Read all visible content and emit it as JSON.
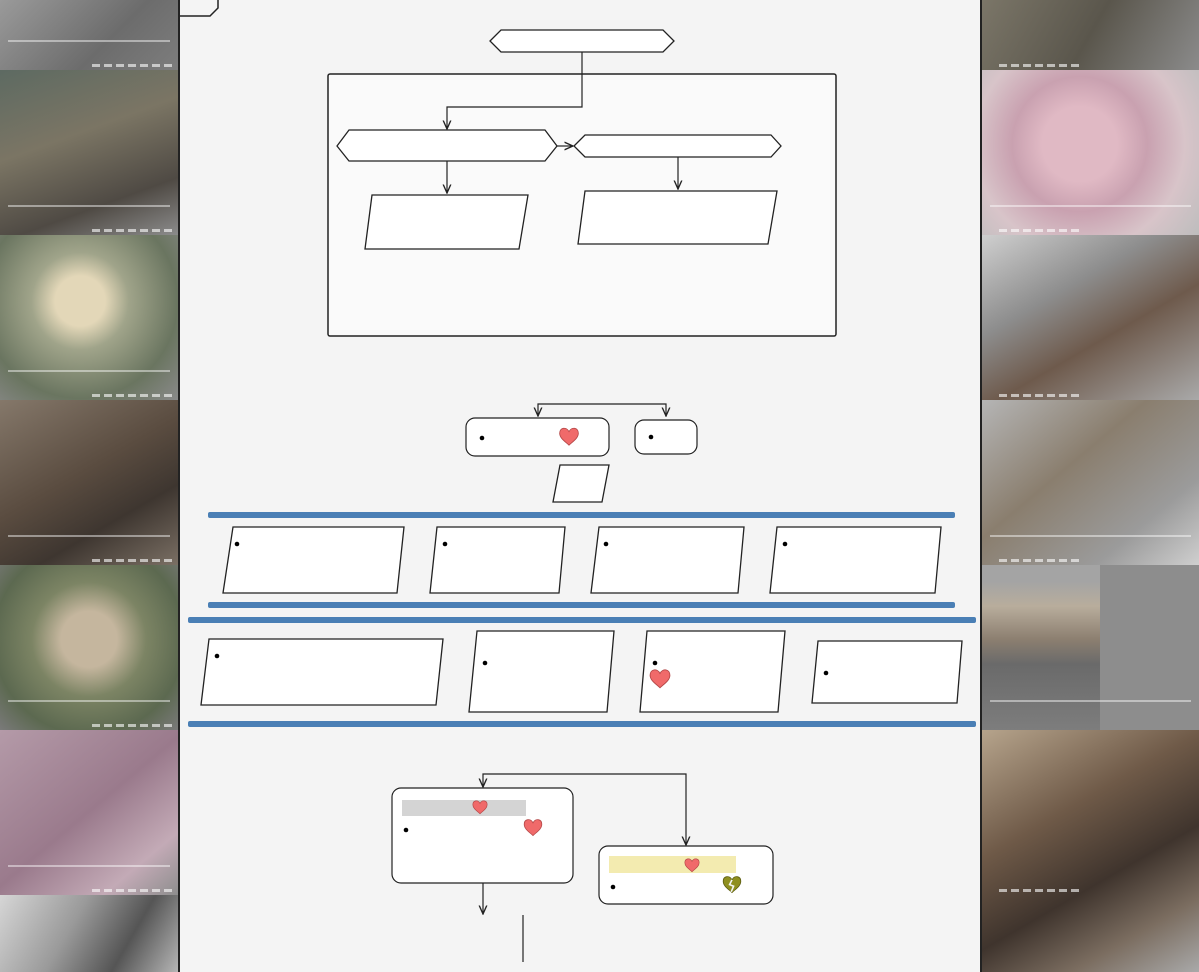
{
  "colors": {
    "panel_bg": "#f4f4f4",
    "separator": "#4a7fb5",
    "heart": "#f06a6a",
    "broken_heart": "#8f8f1f",
    "highlight_grey": "#d4d4d4",
    "highlight_yellow": "#f3ebb0"
  },
  "icons": [
    "heart-icon",
    "broken-heart-icon"
  ],
  "side_mosaic": {
    "left": [
      "game-screenshot-1",
      "game-screenshot-2",
      "game-screenshot-3",
      "game-screenshot-4",
      "game-screenshot-5",
      "game-screenshot-6"
    ],
    "right": [
      "game-screenshot-7",
      "game-screenshot-8",
      "game-screenshot-9",
      "game-screenshot-10",
      "game-screenshot-11",
      "game-screenshot-12"
    ]
  }
}
